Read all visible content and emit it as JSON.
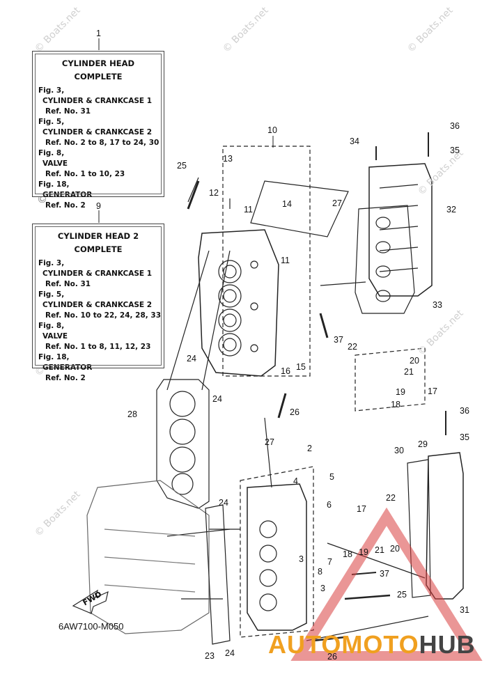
{
  "boxes": [
    {
      "ref": "1",
      "title": [
        "CYLINDER HEAD",
        "COMPLETE"
      ],
      "lines": [
        {
          "t": "Fig. 3,",
          "i": 0
        },
        {
          "t": "CYLINDER & CRANKCASE 1",
          "i": 1
        },
        {
          "t": "Ref. No. 31",
          "i": 2
        },
        {
          "t": "Fig. 5,",
          "i": 0
        },
        {
          "t": "CYLINDER & CRANKCASE 2",
          "i": 1
        },
        {
          "t": "Ref. No. 2 to 8, 17 to 24, 30",
          "i": 2
        },
        {
          "t": "Fig. 8,",
          "i": 0
        },
        {
          "t": "VALVE",
          "i": 1
        },
        {
          "t": "Ref. No. 1 to 10, 23",
          "i": 2
        },
        {
          "t": "Fig. 18,",
          "i": 0
        },
        {
          "t": "GENERATOR",
          "i": 1
        },
        {
          "t": "Ref. No. 2",
          "i": 2
        }
      ]
    },
    {
      "ref": "9",
      "title": [
        "CYLINDER HEAD 2",
        "COMPLETE"
      ],
      "lines": [
        {
          "t": "Fig. 3,",
          "i": 0
        },
        {
          "t": "CYLINDER & CRANKCASE 1",
          "i": 1
        },
        {
          "t": "Ref. No. 31",
          "i": 2
        },
        {
          "t": "Fig. 5,",
          "i": 0
        },
        {
          "t": "CYLINDER & CRANKCASE 2",
          "i": 1
        },
        {
          "t": "Ref. No. 10 to 22, 24, 28, 33",
          "i": 2
        },
        {
          "t": "Fig. 8,",
          "i": 0
        },
        {
          "t": "VALVE",
          "i": 1
        },
        {
          "t": "Ref. No. 1 to 8, 11, 12, 23",
          "i": 2
        },
        {
          "t": "Fig. 18,",
          "i": 0
        },
        {
          "t": "GENERATOR",
          "i": 1
        },
        {
          "t": "Ref. No. 2",
          "i": 2
        }
      ]
    }
  ],
  "callouts": [
    "1",
    "9",
    "10",
    "13",
    "25",
    "12",
    "11",
    "14",
    "27",
    "11",
    "34",
    "36",
    "35",
    "32",
    "33",
    "37",
    "22",
    "20",
    "21",
    "16",
    "15",
    "17",
    "19",
    "18",
    "24",
    "24",
    "26",
    "28",
    "27",
    "2",
    "4",
    "5",
    "36",
    "35",
    "30",
    "29",
    "22",
    "6",
    "24",
    "17",
    "18",
    "19",
    "21",
    "20",
    "7",
    "3",
    "8",
    "37",
    "3",
    "25",
    "31",
    "23",
    "24",
    "26"
  ],
  "drawing_code": "6AW7100-M050",
  "fwd_label": "FWD",
  "watermark": "© Boats.net",
  "brand": {
    "part1": "AUTOMOTO",
    "part2": "HUB"
  }
}
